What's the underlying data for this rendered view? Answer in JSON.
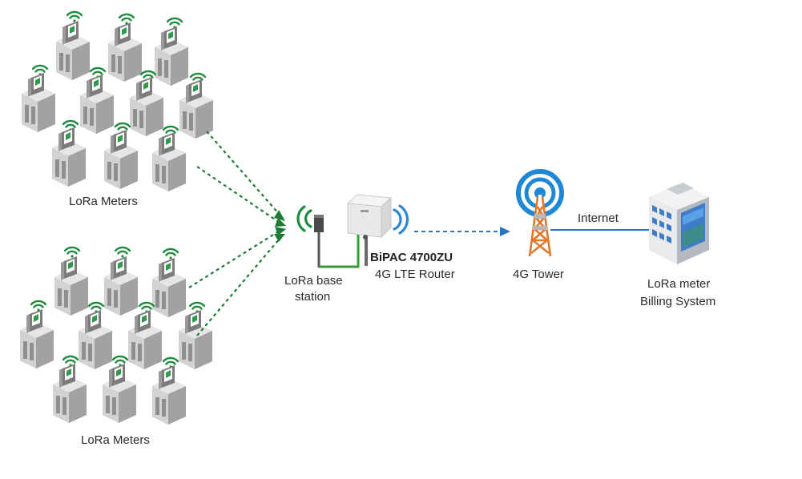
{
  "labels": {
    "meters_top": "LoRa Meters",
    "meters_bottom": "LoRa Meters",
    "base_line1": "LoRa base",
    "base_line2": "station",
    "router_model": "BiPAC 4700ZU",
    "router_desc": "4G LTE Router",
    "tower": "4G Tower",
    "internet": "Internet",
    "billing_line1": "LoRa meter",
    "billing_line2": "Billing System"
  },
  "icons": {
    "meter": "smart-meter-icon",
    "wifi": "wireless-signal-icon",
    "base_station": "antenna-icon",
    "router": "router-icon",
    "tower": "cell-tower-icon",
    "building": "office-building-icon"
  },
  "colors": {
    "lora_link": "#1f7a35",
    "lte_link": "#2a74c0",
    "wifi": "#1d8a3c",
    "signal_blue": "#2b86d6",
    "tower": "#e2762b",
    "internet_line": "#2a74c0"
  }
}
